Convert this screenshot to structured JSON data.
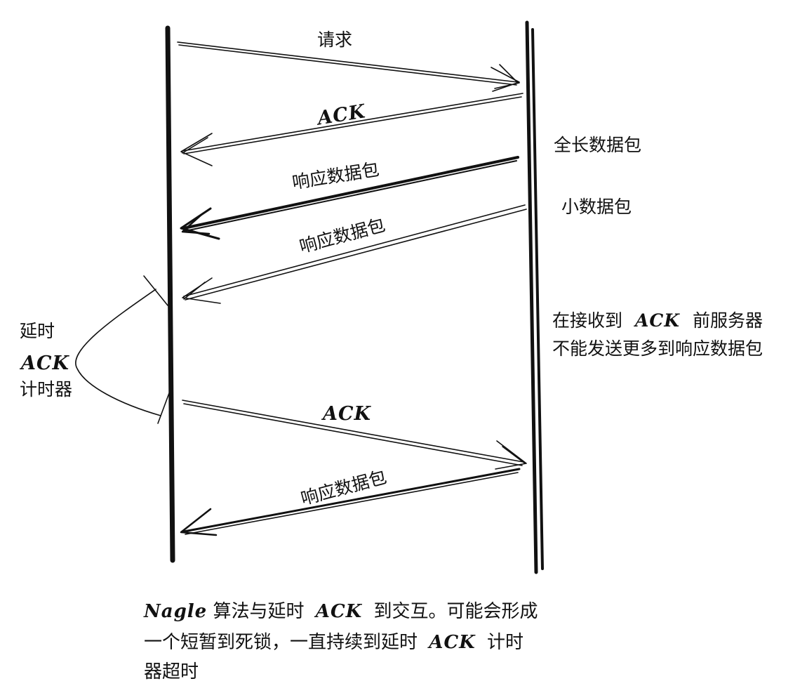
{
  "messages": {
    "request": "请求",
    "ack_1": "ACK",
    "response_1": "响应数据包",
    "response_2": "响应数据包",
    "ack_2": "ACK",
    "response_3": "响应数据包"
  },
  "server_notes": {
    "full_packet": "全长数据包",
    "small_packet": "小数据包",
    "wait_line1_a": "在接收到",
    "wait_line1_ack": "ACK",
    "wait_line1_b": "前服务器",
    "wait_line2": "不能发送更多到响应数据包"
  },
  "timer": {
    "line1": "延时",
    "line2": "ACK",
    "line3": "计时器"
  },
  "caption": {
    "l1_nagle": "Nagle",
    "l1_a": "算法与延时",
    "l1_ack": "ACK",
    "l1_b": "到交互。可能会形成",
    "l2_a": "一个短暂到死锁，一直持续到延时",
    "l2_ack": "ACK",
    "l2_b": "计时",
    "l3": "器超时"
  },
  "colors": {
    "ink": "#111111",
    "background": "#ffffff"
  }
}
